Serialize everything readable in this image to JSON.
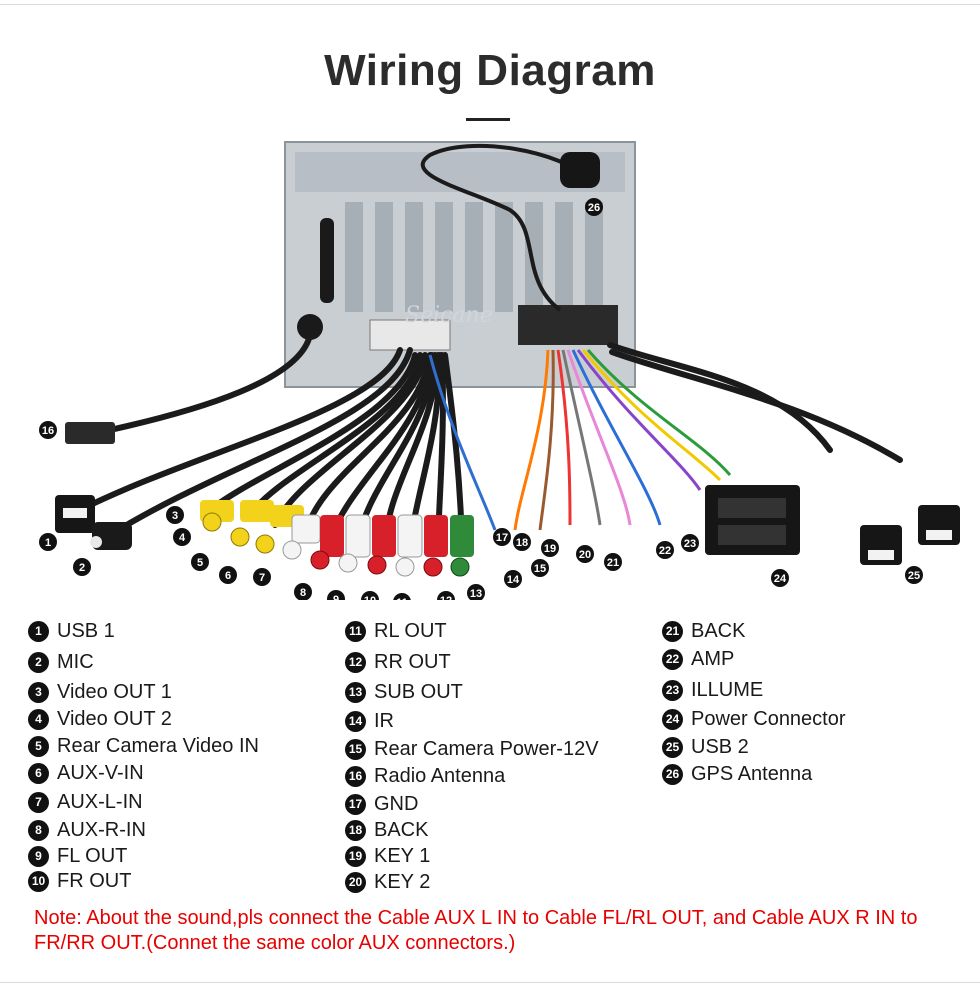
{
  "title": "Wiring Diagram",
  "watermark": "Seicane",
  "legend": [
    {
      "num": "1",
      "label": "USB 1"
    },
    {
      "num": "2",
      "label": "MIC"
    },
    {
      "num": "3",
      "label": "Video OUT 1"
    },
    {
      "num": "4",
      "label": "Video OUT 2"
    },
    {
      "num": "5",
      "label": "Rear Camera Video IN"
    },
    {
      "num": "6",
      "label": "AUX-V-IN"
    },
    {
      "num": "7",
      "label": "AUX-L-IN"
    },
    {
      "num": "8",
      "label": "AUX-R-IN"
    },
    {
      "num": "9",
      "label": "FL OUT"
    },
    {
      "num": "10",
      "label": "FR OUT"
    },
    {
      "num": "11",
      "label": "RL OUT"
    },
    {
      "num": "12",
      "label": "RR OUT"
    },
    {
      "num": "13",
      "label": "SUB OUT"
    },
    {
      "num": "14",
      "label": "IR"
    },
    {
      "num": "15",
      "label": "Rear Camera Power-12V"
    },
    {
      "num": "16",
      "label": "Radio Antenna"
    },
    {
      "num": "17",
      "label": "GND"
    },
    {
      "num": "18",
      "label": "BACK"
    },
    {
      "num": "19",
      "label": "KEY 1"
    },
    {
      "num": "20",
      "label": "KEY 2"
    },
    {
      "num": "21",
      "label": "BACK"
    },
    {
      "num": "22",
      "label": "AMP"
    },
    {
      "num": "23",
      "label": "ILLUME"
    },
    {
      "num": "24",
      "label": "Power Connector"
    },
    {
      "num": "25",
      "label": "USB 2"
    },
    {
      "num": "26",
      "label": "GPS Antenna"
    }
  ],
  "note": "Note: About the sound,pls connect the Cable AUX L IN to Cable FL/RL OUT, and Cable AUX R IN to  FR/RR OUT.(Connet the same color AUX connectors.)",
  "colors": {
    "note": "#e60000",
    "cable": "#1b1b1b",
    "rca_yellow": "#f2d21b",
    "rca_red": "#d8202a",
    "rca_white": "#f4f4f4",
    "rca_green": "#2f8a3a",
    "chassis": "#c9ced3"
  }
}
